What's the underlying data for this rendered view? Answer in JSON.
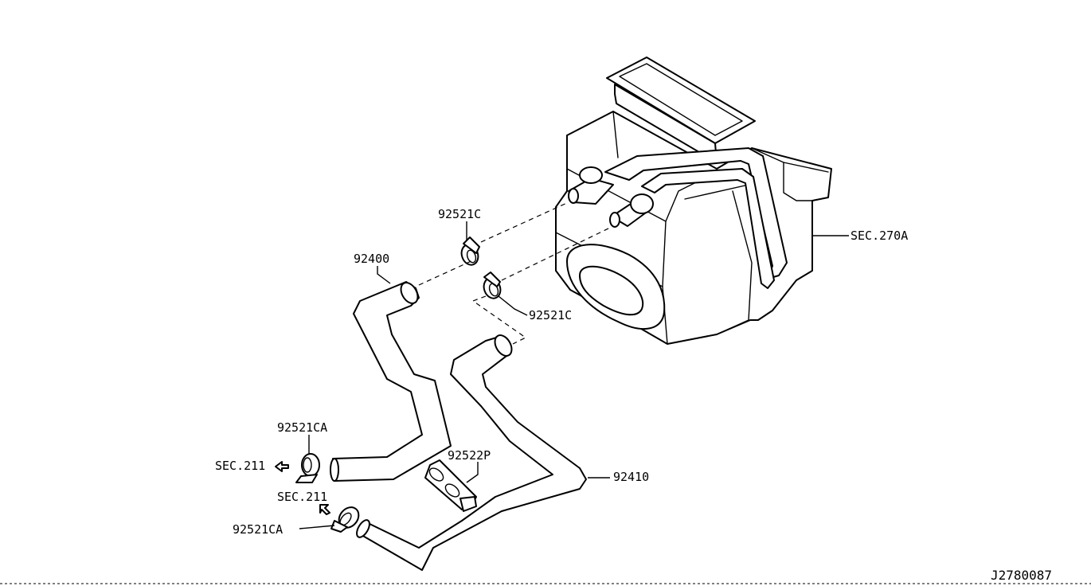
{
  "diagram": {
    "reference_code": "J2780087",
    "labels": {
      "hose_upper": "92400",
      "hose_lower": "92410",
      "clamp_upper": "92521C",
      "clamp_lower": "92521C",
      "clamp_sec211_upper": "92521CA",
      "clamp_sec211_lower": "92521CA",
      "bracket": "92522P",
      "heater_unit_section": "SEC.270A",
      "engine_section_upper": "SEC.211",
      "engine_section_lower": "SEC.211"
    }
  }
}
